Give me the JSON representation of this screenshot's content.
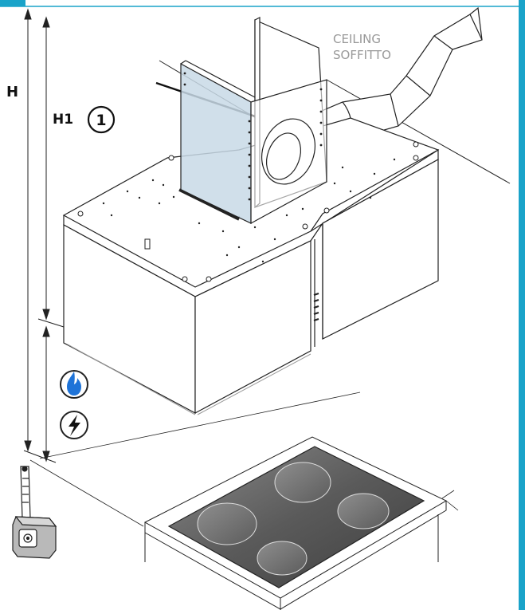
{
  "labels": {
    "ceiling_line1": "CEILING",
    "ceiling_line2": "SOFFITTO",
    "h": "H",
    "h1": "H1",
    "callout": "1"
  },
  "icons": {
    "gas": "gas-flame-icon",
    "electric": "electric-bolt-icon",
    "tape": "tape-measure-icon"
  },
  "colors": {
    "accent": "#1aa3c9",
    "gas_blue": "#1e73d8",
    "line": "#222222",
    "panel": "#c8d9e6",
    "hob": "#555555",
    "label_gray": "#999999"
  }
}
